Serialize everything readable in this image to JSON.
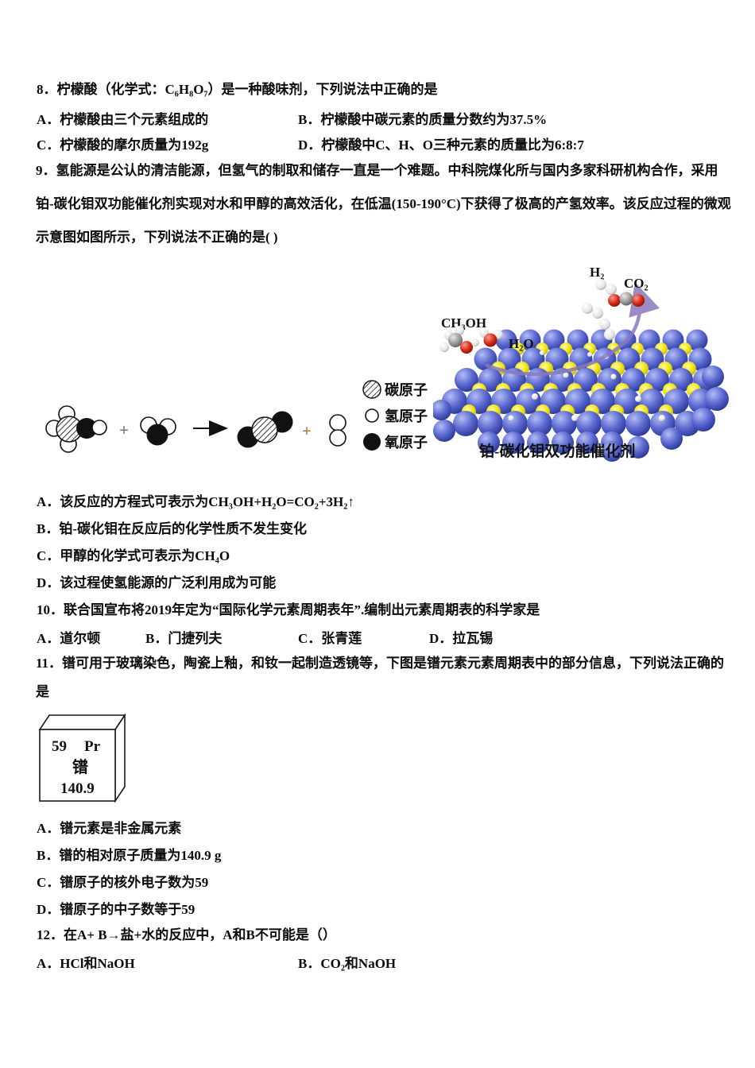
{
  "colors": {
    "text": "#0b0b0b",
    "sphere_blue": "#4f5ec9",
    "sphere_yellow": "#f0e312",
    "arrow_purple": "#8b79b9",
    "oxygen_red": "#d42814",
    "plus_left": "#67798f",
    "plus_right": "#c07830"
  },
  "questions": {
    "q8": {
      "title": "8．柠檬酸（化学式：C₆H₈O₇）是一种酸味剂，下列说法中正确的是",
      "optA": "A．柠檬酸由三个元素组成的",
      "optB": "B．柠檬酸中碳元素的质量分数约为37.5%",
      "optC": "C．柠檬酸的摩尔质量为192g",
      "optD": "D．柠檬酸中C、H、O三种元素的质量比为6:8:7"
    },
    "q9": {
      "line1": "9．氢能源是公认的清洁能源，但氢气的制取和储存一直是一个难题。中科院煤化所与国内多家科研机构合作，采用",
      "line2": "铂-碳化钼双功能催化剂实现对水和甲醇的高效活化，在低温(150-190°C)下获得了极高的产氢效率。该反应过程的微观",
      "line3": "示意图如图所示，下列说法不正确的是(  )",
      "optA": "A．该反应的方程式可表示为CH₃OH+H₂O=CO₂+3H₂↑",
      "optB": "B．铂-碳化钼在反应后的化学性质不发生变化",
      "optC": "C．甲醇的化学式可表示为CH₄O",
      "optD": "D．该过程使氢能源的广泛利用成为可能"
    },
    "q10": {
      "title": "10．联合国宣布将2019年定为“国际化学元素周期表年”.编制出元素周期表的科学家是",
      "optA": "A．道尔顿",
      "optB": "B．门捷列夫",
      "optC": "C．张青莲",
      "optD": "D．拉瓦锡"
    },
    "q11": {
      "line1": "11．镨可用于玻璃染色，陶瓷上釉，和钕一起制造透镜等，下图是镨元素元素周期表中的部分信息，下列说法正确的",
      "line2": "是",
      "optA": "A．镨元素是非金属元素",
      "optB": "B．镨的相对原子质量为140.9 g",
      "optC": "C．镨原子的核外电子数为59",
      "optD": "D．镨原子的中子数等于59"
    },
    "q12": {
      "title": "12．在A+ B→盐+水的反应中，A和B不可能是（）",
      "optA": "A．HCl和NaOH",
      "optB": "B．CO₂和NaOH"
    }
  },
  "diagram": {
    "plus1": "+",
    "plus2": "+",
    "legend": [
      {
        "symbol": "carbon-atom",
        "label": "碳原子"
      },
      {
        "symbol": "hydrogen-atom",
        "label": "氢原子"
      },
      {
        "symbol": "oxygen-atom",
        "label": "氧原子"
      }
    ],
    "catalyst": {
      "label_ch3oh": "CH₃OH",
      "label_h2o": "H₂O",
      "label_h2": "H₂",
      "label_co2": "CO₂",
      "caption": "铂-碳化钼双功能催化剂"
    }
  },
  "element_box": {
    "number": "59",
    "symbol": "Pr",
    "name": "镨",
    "mass": "140.9"
  }
}
